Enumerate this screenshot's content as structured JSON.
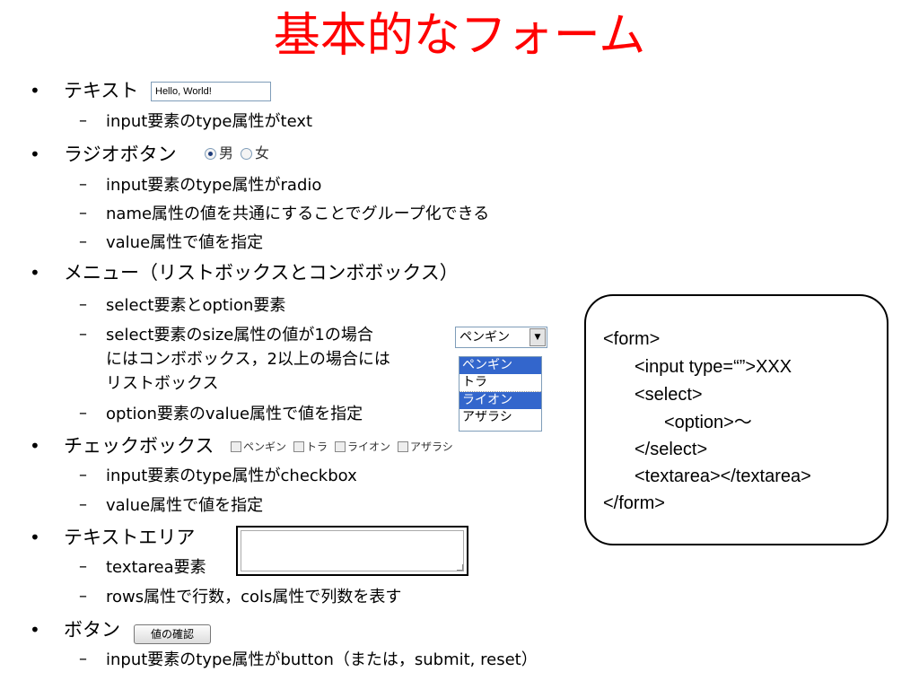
{
  "title": "基本的なフォーム",
  "bullet": "•",
  "dash": "–",
  "sections": {
    "text": {
      "heading": "テキスト",
      "input_value": "Hello, World!",
      "subs": [
        "input要素のtype属性がtext"
      ]
    },
    "radio": {
      "heading": "ラジオボタン",
      "options": [
        "男",
        "女"
      ],
      "subs": [
        "input要素のtype属性がradio",
        "name属性の値を共通にすることでグループ化できる",
        "value属性で値を指定"
      ]
    },
    "menu": {
      "heading": "メニュー（リストボックスとコンボボックス）",
      "sub1": "select要素とoption要素",
      "sub2_line1": "select要素のsize属性の値が1の場合",
      "sub2_line2": "にはコンボボックス，2以上の場合には",
      "sub2_line3": "リストボックス",
      "sub3": "option要素のvalue属性で値を指定",
      "combo_value": "ペンギン",
      "combo_arrow": "▼",
      "list_options": [
        "ペンギン",
        "トラ",
        "ライオン",
        "アザラシ"
      ]
    },
    "checkbox": {
      "heading": "チェックボックス",
      "options": [
        "ペンギン",
        "トラ",
        "ライオン",
        "アザラシ"
      ],
      "subs": [
        "input要素のtype属性がcheckbox",
        "value属性で値を指定"
      ]
    },
    "textarea": {
      "heading": "テキストエリア",
      "subs": [
        "textarea要素",
        "rows属性で行数，cols属性で列数を表す"
      ]
    },
    "button": {
      "heading": "ボタン",
      "button_label": "値の確認",
      "subs": [
        "input要素のtype属性がbutton（または，submit, reset）"
      ]
    }
  },
  "code_lines": [
    "<form>",
    "<input type=“”>XXX",
    "<select>",
    "<option>～",
    "</select>",
    "<textarea></textarea>",
    "</form>"
  ]
}
